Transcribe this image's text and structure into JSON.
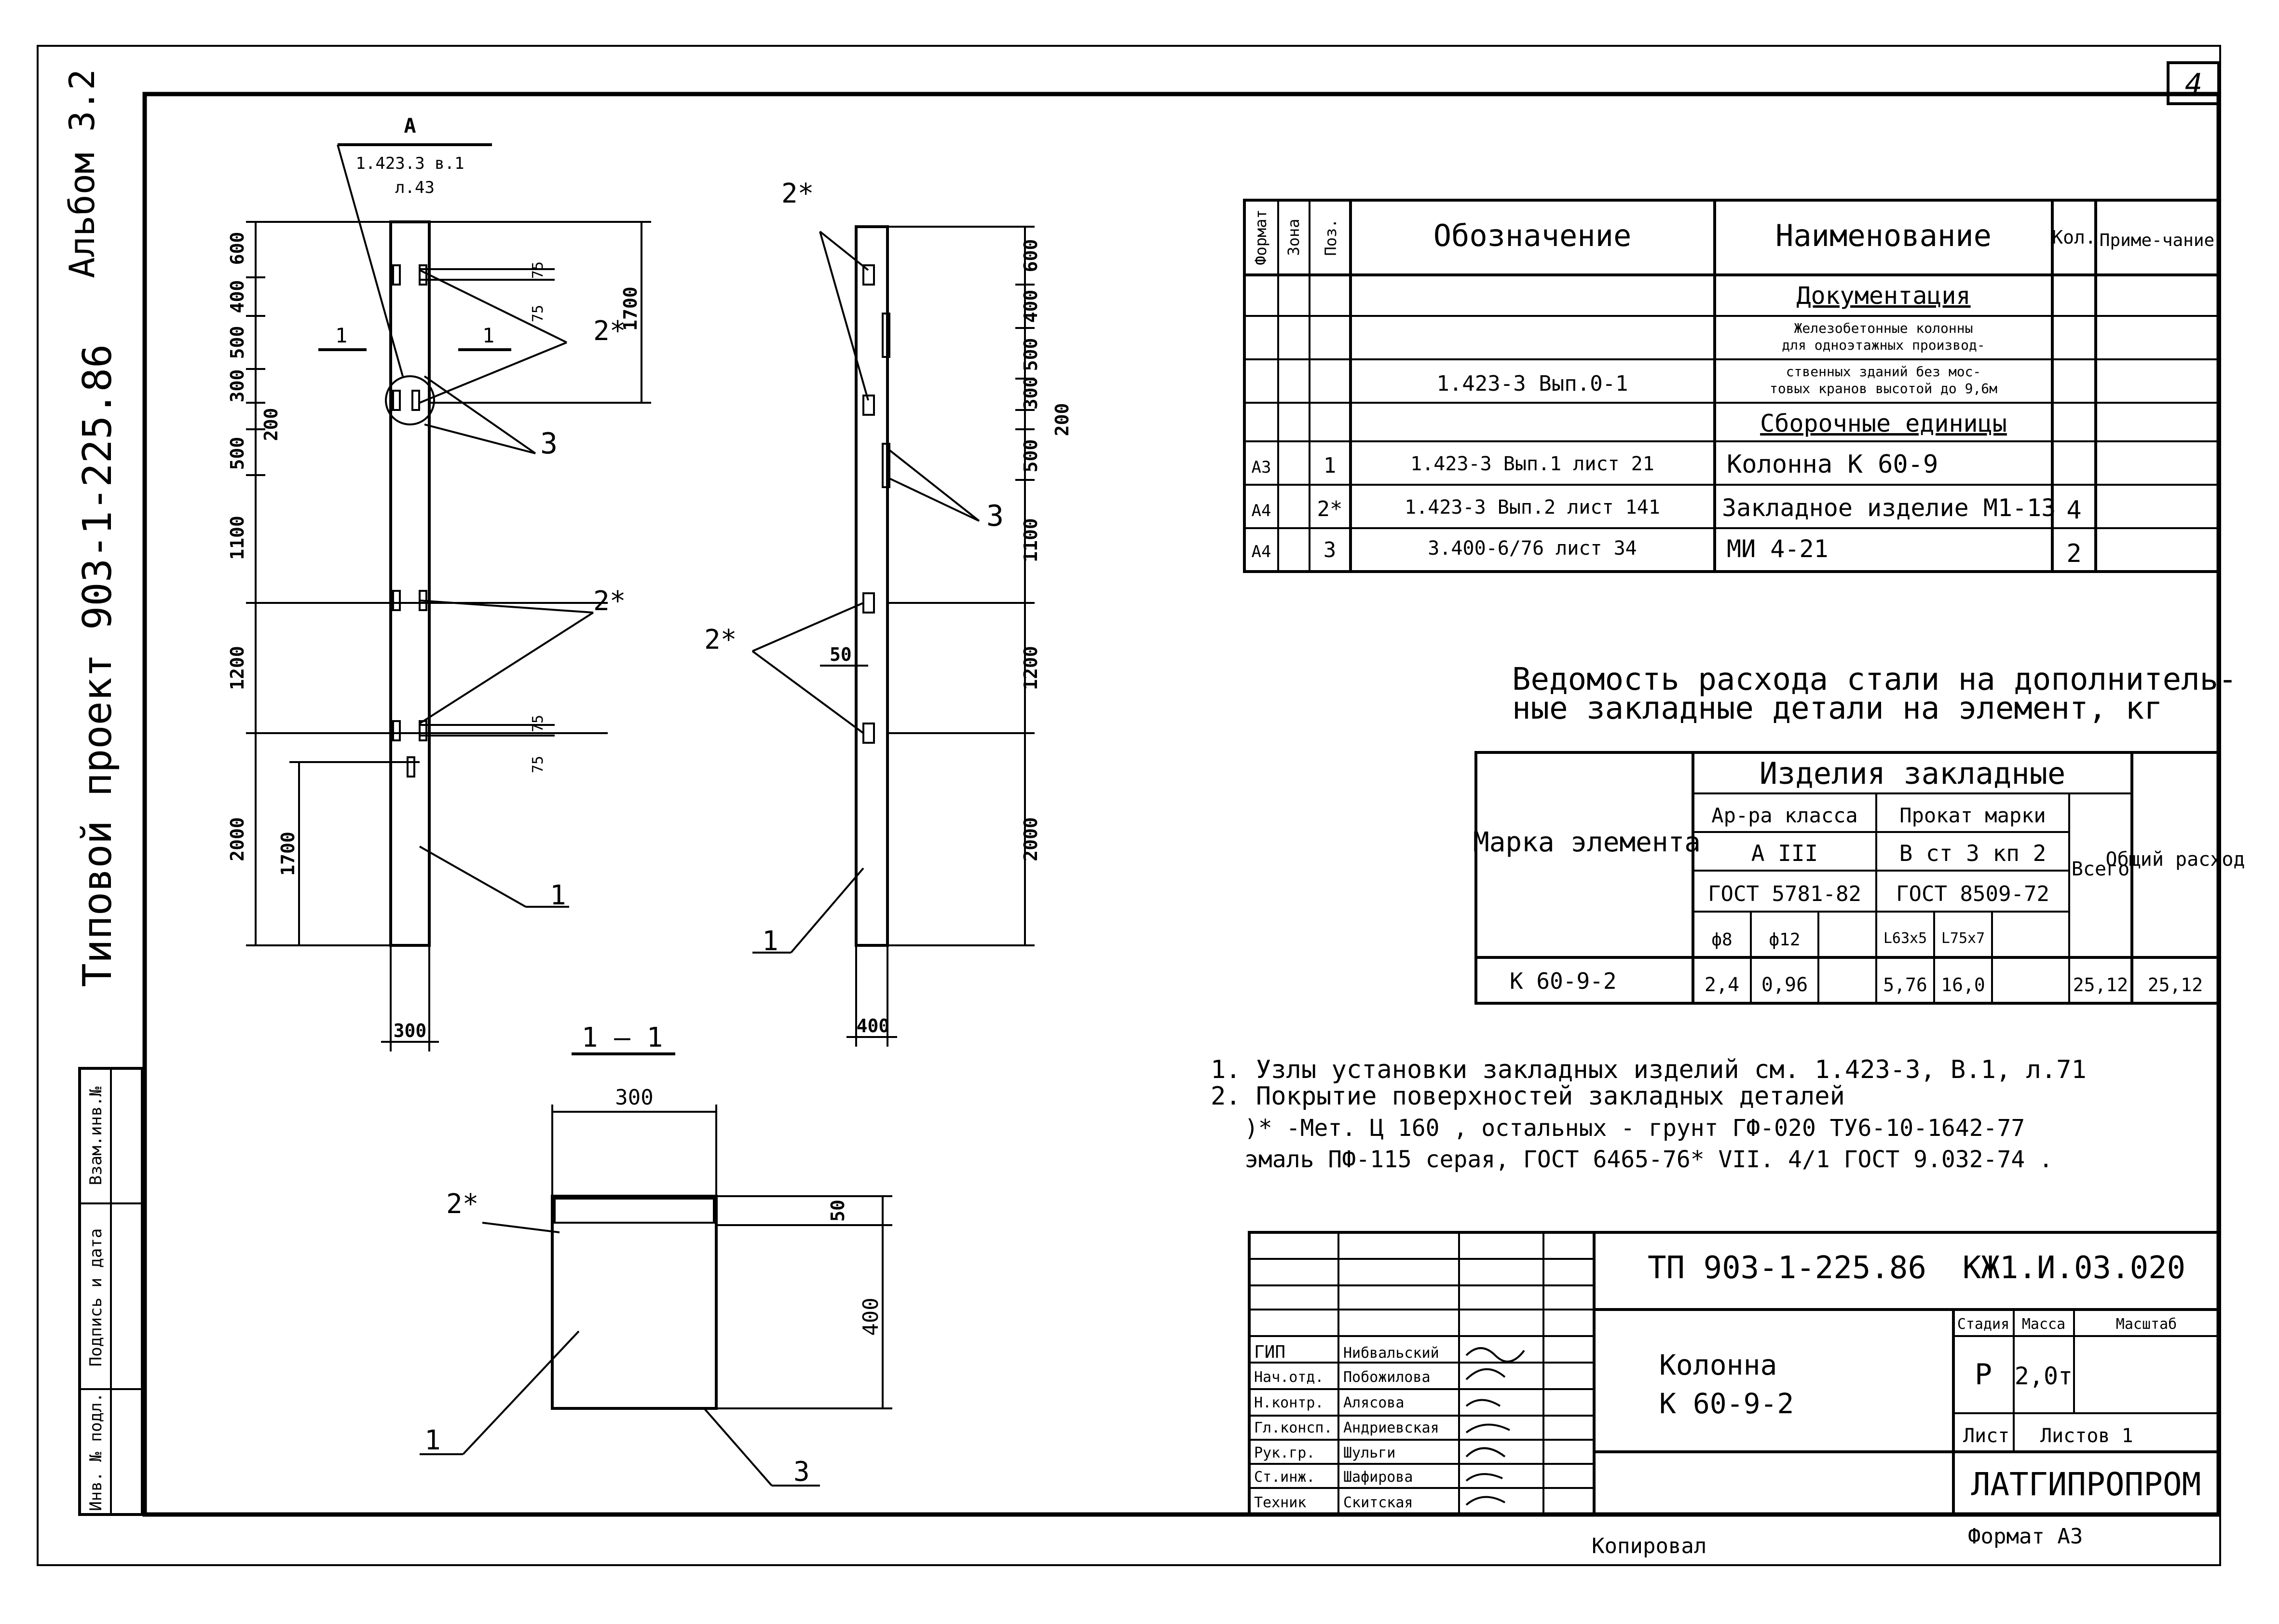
{
  "sheet": {
    "page_number": "4",
    "album": "Альбом 3.2",
    "project": "Типовой проект 903-1-225.86",
    "left_stamp": [
      "Инв. № подл.",
      "Подпись и дата",
      "Взам.инв.№"
    ]
  },
  "elevation_a": {
    "section_ref_letter": "А",
    "section_ref_doc": "1.423.3 в.1",
    "section_ref_sheet": "л.43",
    "section_mark": "1",
    "dims_left": [
      "600",
      "400",
      "500",
      "300",
      "200",
      "500",
      "1100",
      "1200",
      "2000"
    ],
    "dim_1700_top": "1700",
    "dim_1700_bottom": "1700",
    "dim_75": "75",
    "dim_115": "75",
    "dim_75b": "75",
    "dim_115b": "75",
    "dim_width": "300",
    "callout_2star": "2*",
    "callout_3": "3",
    "callout_2star_b": "2*",
    "callout_1": "1"
  },
  "elevation_b": {
    "callout_2star_top": "2*",
    "dims_right": [
      "600",
      "400",
      "500",
      "300",
      "200",
      "500",
      "1100",
      "1200",
      "2000"
    ],
    "callout_3": "3",
    "callout_2star": "2*",
    "dim_50": "50",
    "callout_1": "1",
    "dim_width": "400"
  },
  "section_1_1": {
    "title": "1 — 1",
    "width": "300",
    "height": "400",
    "plate": "50",
    "callout_2star": "2*",
    "callout_1": "1",
    "callout_3": "3"
  },
  "spec_table": {
    "headers": [
      "Формат",
      "Зона",
      "Поз.",
      "Обозначение",
      "Наименование",
      "Кол.",
      "Приме-чание"
    ],
    "section_docs": "Документация",
    "doc_row": {
      "designation": "1.423-3 Вып.0-1",
      "name_lines": [
        "Железобетонные колонны",
        "для одноэтажных производ-",
        "ственных зданий без мос-",
        "товых кранов высотой до 9,6м"
      ]
    },
    "section_units": "Сборочные единицы",
    "rows": [
      {
        "format": "А3",
        "pos": "1",
        "designation": "1.423-3 Вып.1 лист 21",
        "name": "Колонна К 60-9",
        "qty": ""
      },
      {
        "format": "А4",
        "pos": "2*",
        "designation": "1.423-3 Вып.2 лист 141",
        "name": "Закладное изделие М1-13",
        "qty": "4"
      },
      {
        "format": "А4",
        "pos": "3",
        "designation": "3.400-6/76 лист 34",
        "name": "МИ 4-21",
        "qty": "2"
      }
    ]
  },
  "steel_table": {
    "title_line1": "Ведомость расхода стали на дополнитель-",
    "title_line2": "ные закладные детали на элемент, кг",
    "col_mark": "Марка элемента",
    "group": "Изделия закладные",
    "rebar_class": "Ар-ра класса",
    "rebar_grade": "А III",
    "rebar_gost": "ГОСТ 5781-82",
    "rolled_mark": "Прокат марки",
    "rolled_grade": "В ст 3 кп 2",
    "rolled_gost": "ГОСТ 8509-72",
    "total": "Всего",
    "overall": "Общий расход",
    "sub_cols": [
      "ф8",
      "ф12",
      "",
      "L63x5",
      "L75x7",
      ""
    ],
    "row": {
      "mark": "К 60-9-2",
      "values": [
        "2,4",
        "0,96",
        "",
        "5,76",
        "16,0",
        ""
      ],
      "total": "25,12",
      "overall": "25,12"
    }
  },
  "notes": {
    "n1": "1. Узлы установки закладных изделий см. 1.423-3, В.1, л.71",
    "n2": "2. Покрытие поверхностей закладных деталей",
    "n3": ")* -Мет. Ц 160 , остальных - грунт ГФ-020 ТУ6-10-1642-77",
    "n4": "эмаль ПФ-115 серая, ГОСТ 6465-76* VII. 4/1 ГОСТ 9.032-74 ."
  },
  "title_block": {
    "project_code": "ТП 903-1-225.86",
    "doc_code": "КЖ1.И.03.020",
    "title_line1": "Колонна",
    "title_line2": "К 60-9-2",
    "stage_h": "Стадия",
    "mass_h": "Масса",
    "scale_h": "Масштаб",
    "stage": "Р",
    "mass": "2,0т",
    "sheet_h": "Лист",
    "sheets_h": "Листов 1",
    "org": "ЛАТГИПРОПРОМ",
    "roles": [
      "ГИП",
      "Нач.отд.",
      "Н.контр.",
      "Гл.консп.",
      "Рук.гр.",
      "Ст.инж.",
      "Техник"
    ],
    "names": [
      "Нибвальский",
      "Побожилова",
      "Алясова",
      "Андриевская",
      "Шульги",
      "Шафирова",
      "Скитская"
    ],
    "copied": "Копировал",
    "format": "Формат А3"
  }
}
